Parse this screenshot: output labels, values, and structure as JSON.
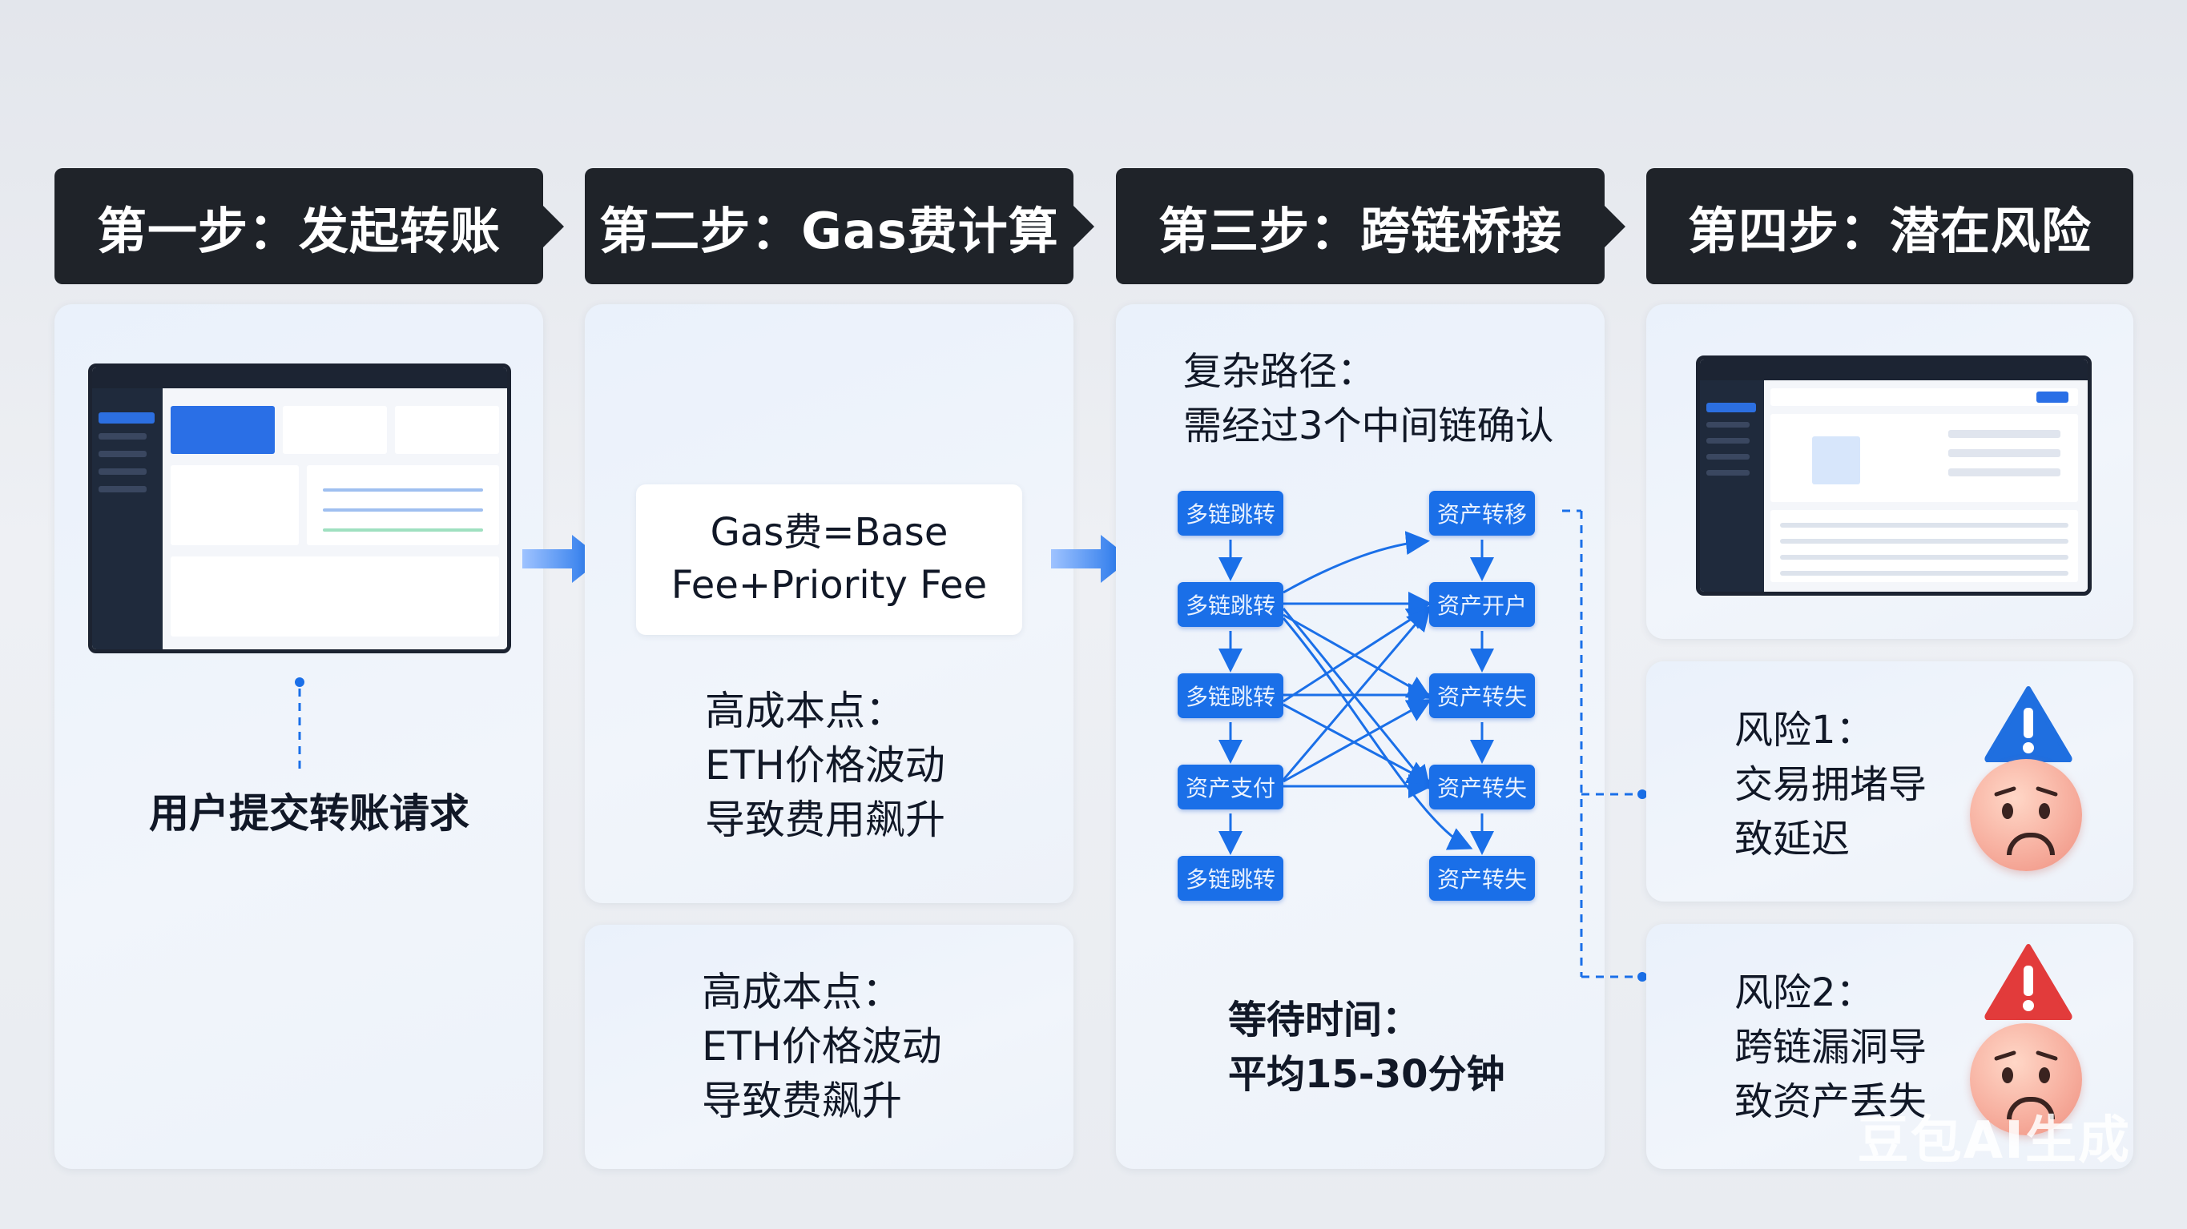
{
  "steps": [
    {
      "title": "第一步：发起转账"
    },
    {
      "title": "第二步：Gas费计算"
    },
    {
      "title": "第三步：跨链桥接"
    },
    {
      "title": "第四步：潜在风险"
    }
  ],
  "step1": {
    "caption": "用户提交转账请求"
  },
  "step2": {
    "formula_line1": "Gas费=Base",
    "formula_line2": "Fee+Priority Fee",
    "point1_line1": "高成本点：",
    "point1_line2": "ETH价格波动",
    "point1_line3": "导致费用飙升",
    "point2_line1": "高成本点：",
    "point2_line2": "ETH价格波动",
    "point2_line3": "导致费飙升"
  },
  "step3": {
    "path_line1": "复杂路径：",
    "path_line2": "需经过3个中间链确认",
    "left_nodes": [
      "多链跳转",
      "多链跳转",
      "多链跳转",
      "资产支付",
      "多链跳转"
    ],
    "right_nodes": [
      "资产转移",
      "资产开户",
      "资产转失",
      "资产转失",
      "资产转失"
    ],
    "wait_line1": "等待时间：",
    "wait_line2": "平均15-30分钟"
  },
  "step4": {
    "risk1_line1": "风险1：",
    "risk1_line2": "交易拥堵导",
    "risk1_line3": "致延迟",
    "risk2_line1": "风险2：",
    "risk2_line2": "跨链漏洞导",
    "risk2_line3": "致资产丢失"
  },
  "watermark": "豆包AI生成",
  "colors": {
    "accent": "#1a6fe8",
    "header_bg": "#1f2329",
    "warning": "#e23b3b",
    "info": "#1f6fe0"
  }
}
